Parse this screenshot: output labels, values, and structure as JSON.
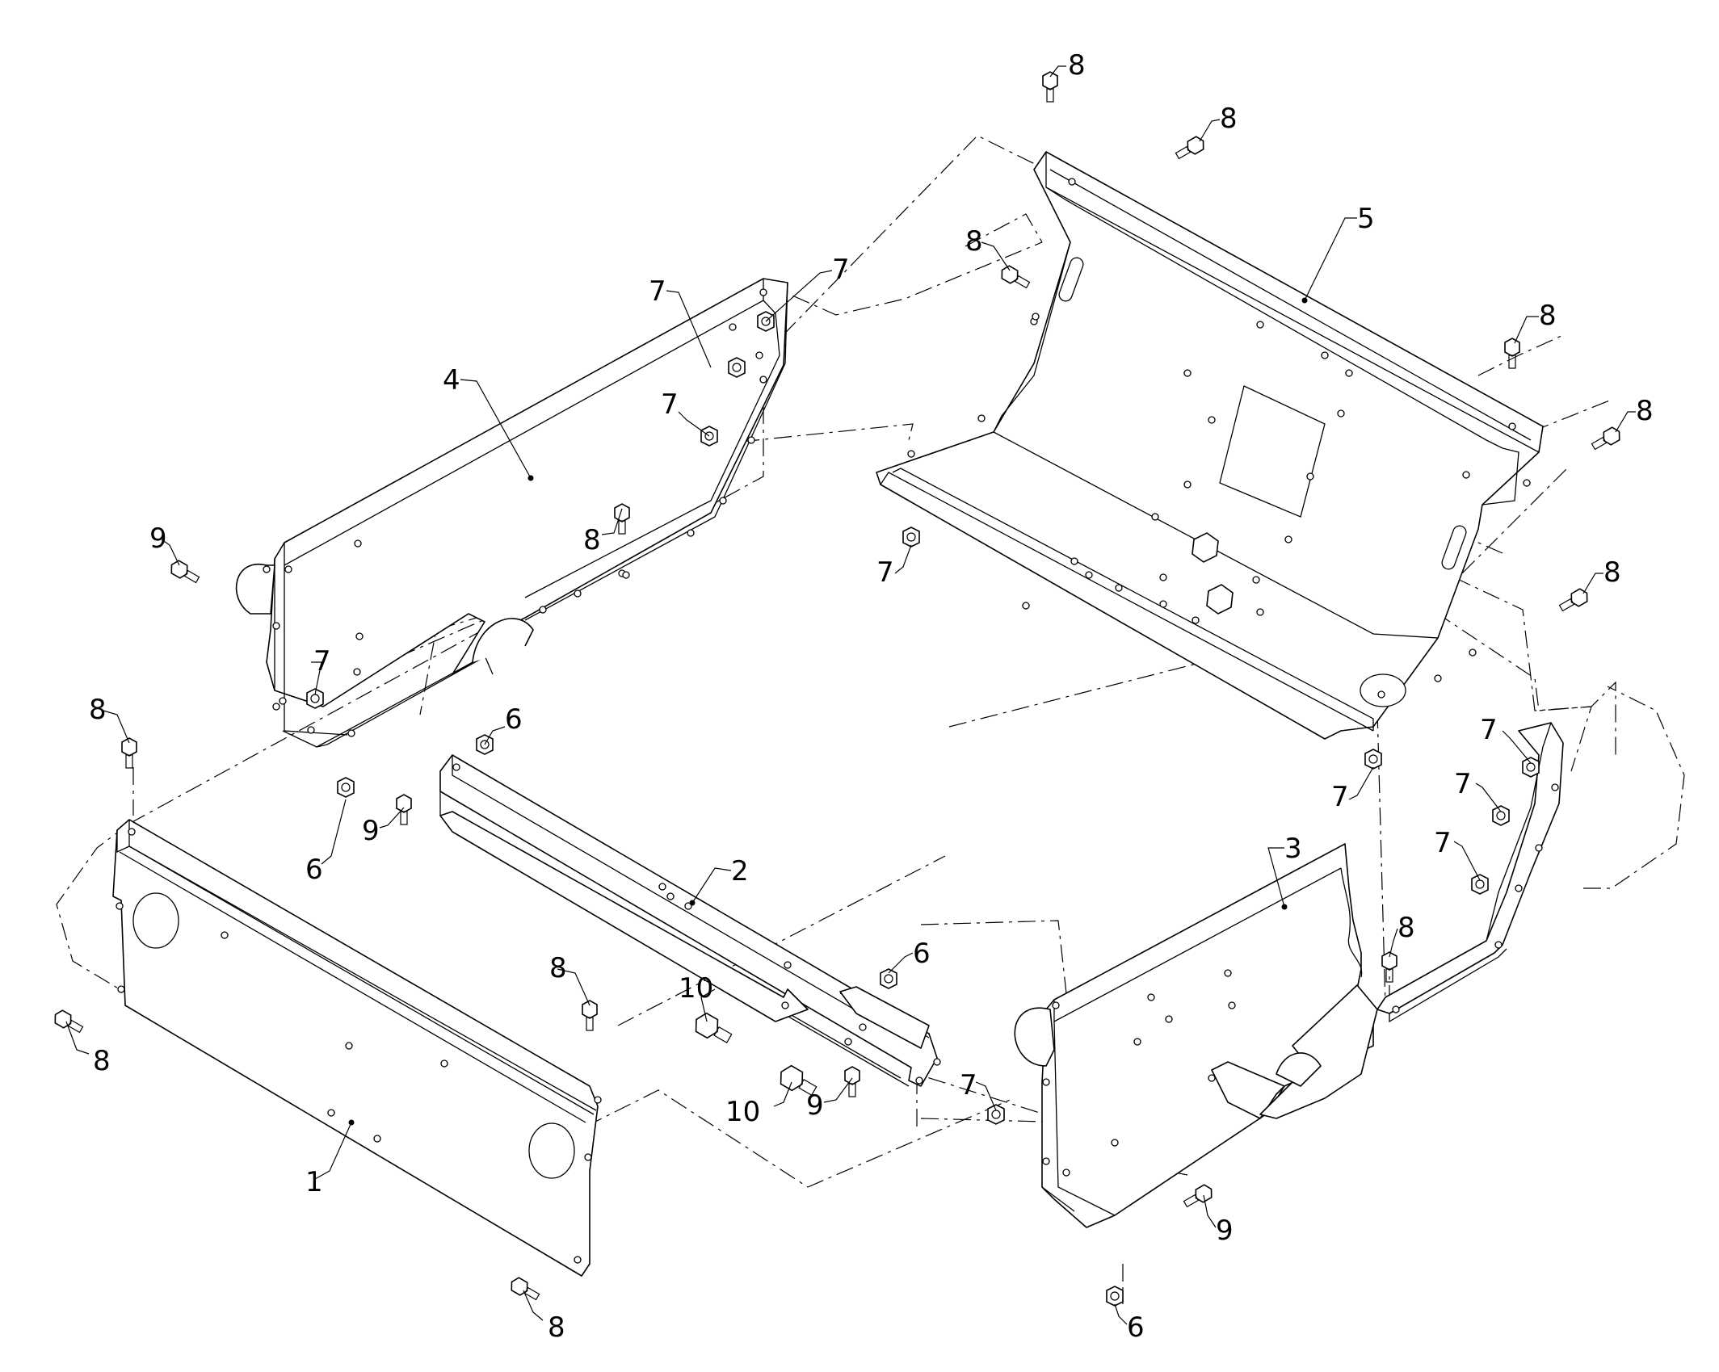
{
  "callouts": [
    {
      "id": "c1",
      "text": "1"
    },
    {
      "id": "c2",
      "text": "2"
    },
    {
      "id": "c3",
      "text": "3"
    },
    {
      "id": "c4",
      "text": "4"
    },
    {
      "id": "c5",
      "text": "5"
    },
    {
      "id": "c6a",
      "text": "6"
    },
    {
      "id": "c6b",
      "text": "6"
    },
    {
      "id": "c6c",
      "text": "6"
    },
    {
      "id": "c6d",
      "text": "6"
    },
    {
      "id": "c7a",
      "text": "7"
    },
    {
      "id": "c7b",
      "text": "7"
    },
    {
      "id": "c7c",
      "text": "7"
    },
    {
      "id": "c7d",
      "text": "7"
    },
    {
      "id": "c7e",
      "text": "7"
    },
    {
      "id": "c7f",
      "text": "7"
    },
    {
      "id": "c7g",
      "text": "7"
    },
    {
      "id": "c7h",
      "text": "7"
    },
    {
      "id": "c7i",
      "text": "7"
    },
    {
      "id": "c7j",
      "text": "7"
    },
    {
      "id": "c8a",
      "text": "8"
    },
    {
      "id": "c8b",
      "text": "8"
    },
    {
      "id": "c8c",
      "text": "8"
    },
    {
      "id": "c8d",
      "text": "8"
    },
    {
      "id": "c8e",
      "text": "8"
    },
    {
      "id": "c8f",
      "text": "8"
    },
    {
      "id": "c8g",
      "text": "8"
    },
    {
      "id": "c8h",
      "text": "8"
    },
    {
      "id": "c8i",
      "text": "8"
    },
    {
      "id": "c8j",
      "text": "8"
    },
    {
      "id": "c8k",
      "text": "8"
    },
    {
      "id": "c8l",
      "text": "8"
    },
    {
      "id": "c9a",
      "text": "9"
    },
    {
      "id": "c9b",
      "text": "9"
    },
    {
      "id": "c9c",
      "text": "9"
    },
    {
      "id": "c9d",
      "text": "9"
    },
    {
      "id": "c10a",
      "text": "10"
    },
    {
      "id": "c10b",
      "text": "10"
    }
  ]
}
